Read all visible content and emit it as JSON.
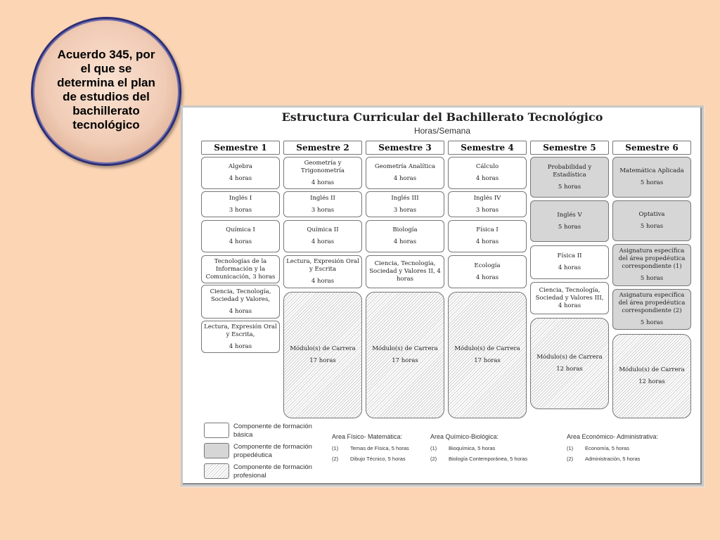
{
  "badge": {
    "text": "Acuerdo 345, por el que se determina el plan de estudios del bachillerato tecnológico"
  },
  "chart": {
    "title": "Estructura Curricular del Bachillerato Tecnológico",
    "subtitle": "Horas/Semana",
    "semesters": [
      {
        "label": "Semestre 1",
        "cells": [
          {
            "name": "Algebra",
            "hours": "4 horas",
            "type": "basica"
          },
          {
            "name": "Inglés I",
            "hours": "3 horas",
            "type": "basica"
          },
          {
            "name": "Química I",
            "hours": "4 horas",
            "type": "basica"
          },
          {
            "name": "Tecnologías de la Información y la Comunicación, 3 horas",
            "hours": "",
            "type": "basica"
          },
          {
            "name": "Ciencia, Tecnología, Sociedad y Valores,",
            "hours": "4 horas",
            "type": "basica"
          },
          {
            "name": "Lectura, Expresión Oral y Escrita,",
            "hours": "4 horas",
            "type": "basica"
          }
        ]
      },
      {
        "label": "Semestre 2",
        "cells": [
          {
            "name": "Geometría y Trigonometría",
            "hours": "4 horas",
            "type": "basica"
          },
          {
            "name": "Inglés II",
            "hours": "3 horas",
            "type": "basica"
          },
          {
            "name": "Química II",
            "hours": "4 horas",
            "type": "basica"
          },
          {
            "name": "Lectura, Expresión Oral y Escrita",
            "hours": "4 horas",
            "type": "basica"
          },
          {
            "name": "Módulo(s) de Carrera",
            "hours": "17 horas",
            "type": "profe"
          }
        ]
      },
      {
        "label": "Semestre 3",
        "cells": [
          {
            "name": "Geometría Analítica",
            "hours": "4 horas",
            "type": "basica"
          },
          {
            "name": "Inglés III",
            "hours": "3 horas",
            "type": "basica"
          },
          {
            "name": "Biología",
            "hours": "4 horas",
            "type": "basica"
          },
          {
            "name": "Ciencia, Tecnología, Sociedad y Valores II, 4 horas",
            "hours": "",
            "type": "basica"
          },
          {
            "name": "Módulo(s) de Carrera",
            "hours": "17 horas",
            "type": "profe"
          }
        ]
      },
      {
        "label": "Semestre 4",
        "cells": [
          {
            "name": "Cálculo",
            "hours": "4 horas",
            "type": "basica"
          },
          {
            "name": "Inglés IV",
            "hours": "3 horas",
            "type": "basica"
          },
          {
            "name": "Física I",
            "hours": "4 horas",
            "type": "basica"
          },
          {
            "name": "Ecología",
            "hours": "4 horas",
            "type": "basica"
          },
          {
            "name": "Módulo(s) de Carrera",
            "hours": "17 horas",
            "type": "profe"
          }
        ]
      },
      {
        "label": "Semestre 5",
        "cells": [
          {
            "name": "Probabilidad y Estadística",
            "hours": "5 horas",
            "type": "prope"
          },
          {
            "name": "Inglés V",
            "hours": "5 horas",
            "type": "prope"
          },
          {
            "name": "Física II",
            "hours": "4 horas",
            "type": "basica"
          },
          {
            "name": "Ciencia, Tecnología, Sociedad y Valores III, 4 horas",
            "hours": "",
            "type": "basica"
          },
          {
            "name": "Módulo(s) de Carrera",
            "hours": "12 horas",
            "type": "profe"
          }
        ]
      },
      {
        "label": "Semestre 6",
        "cells": [
          {
            "name": "Matemática Aplicada",
            "hours": "5 horas",
            "type": "prope"
          },
          {
            "name": "Optativa",
            "hours": "5 horas",
            "type": "prope"
          },
          {
            "name": "Asignatura específica del área propedéutica correspondiente (1)",
            "hours": "5 horas",
            "type": "prope"
          },
          {
            "name": "Asignatura específica del área propedéutica correspondiente (2)",
            "hours": "5 horas",
            "type": "prope"
          },
          {
            "name": "Módulo(s) de Carrera",
            "hours": "12 horas",
            "type": "profe"
          }
        ]
      }
    ],
    "legend": [
      {
        "label": "Componente de formación básica",
        "type": "basica"
      },
      {
        "label": "Componente de formación propedéutica",
        "type": "prope"
      },
      {
        "label": "Componente de formación profesional",
        "type": "profe"
      }
    ],
    "areas": [
      {
        "title": "Area Físico- Matemática:",
        "items": [
          {
            "num": "(1)",
            "text": "Temas de Física, 5 horas"
          },
          {
            "num": "(2)",
            "text": "Dibujo Técnico, 5 horas"
          }
        ]
      },
      {
        "title": "Area Químico-Biológica:",
        "items": [
          {
            "num": "(1)",
            "text": "Bioquímica, 5 horas"
          },
          {
            "num": "(2)",
            "text": "Biología Contemporánea, 5 horas"
          }
        ]
      },
      {
        "title": "Area Económico- Administrativa:",
        "items": [
          {
            "num": "(1)",
            "text": "Economía, 5 horas"
          },
          {
            "num": "(2)",
            "text": "Administración, 5 horas"
          }
        ]
      }
    ]
  }
}
